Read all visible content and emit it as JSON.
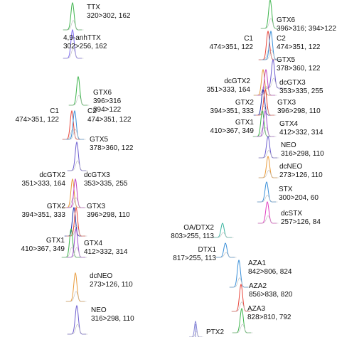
{
  "chart_data": {
    "type": "line",
    "panels": [
      {
        "name": "left",
        "series": [
          {
            "name": "TTX",
            "label": [
              "TTX",
              "320>302, 162"
            ],
            "color": "#3cb44b"
          },
          {
            "name": "4,9-anhTTX",
            "label": [
              "4,9-anhTTX",
              "302>256, 162"
            ],
            "color": "#7b68ee"
          },
          {
            "name": "GTX6",
            "label": [
              "GTX6",
              "396>316",
              "394>122"
            ],
            "color": "#3cb44b"
          },
          {
            "name": "C1",
            "label": [
              "C1",
              "474>351, 122"
            ],
            "color": "#e8443a"
          },
          {
            "name": "C2",
            "label": [
              "C2",
              "474>351, 122"
            ],
            "color": "#3a8fd8"
          },
          {
            "name": "GTX5",
            "label": [
              "GTX5",
              "378>360, 122"
            ],
            "color": "#6b5ccf"
          },
          {
            "name": "dcGTX2",
            "label": [
              "dcGTX2",
              "351>333, 164"
            ],
            "color": "#e89a3a"
          },
          {
            "name": "dcGTX3",
            "label": [
              "dcGTX3",
              "353>335, 255"
            ],
            "color": "#c040c0"
          },
          {
            "name": "GTX2",
            "label": [
              "GTX2",
              "394>351, 333"
            ],
            "color": "#1a2aa8"
          },
          {
            "name": "GTX3",
            "label": [
              "GTX3",
              "396>298, 110"
            ],
            "color": "#e8443a"
          },
          {
            "name": "GTX1",
            "label": [
              "GTX1",
              "410>367, 349"
            ],
            "color": "#3cb44b"
          },
          {
            "name": "GTX4",
            "label": [
              "GTX4",
              "412>332, 314"
            ],
            "color": "#a050d0"
          },
          {
            "name": "dcNEO",
            "label": [
              "dcNEO",
              "273>126, 110"
            ],
            "color": "#e89a3a"
          },
          {
            "name": "NEO",
            "label": [
              "NEO",
              "316>298, 110"
            ],
            "color": "#6b5ccf"
          }
        ]
      },
      {
        "name": "right",
        "series": [
          {
            "name": "GTX6",
            "label": [
              "GTX6",
              "396>316; 394>122"
            ],
            "color": "#3cb44b"
          },
          {
            "name": "C1",
            "label": [
              "C1",
              "474>351, 122"
            ],
            "color": "#e8443a"
          },
          {
            "name": "C2",
            "label": [
              "C2",
              "474>351, 122"
            ],
            "color": "#3a8fd8"
          },
          {
            "name": "GTX5",
            "label": [
              "GTX5",
              "378>360, 122"
            ],
            "color": "#6b5ccf"
          },
          {
            "name": "dcGTX2",
            "label": [
              "dcGTX2",
              "351>333, 164"
            ],
            "color": "#e89a3a"
          },
          {
            "name": "dcGTX3",
            "label": [
              "dcGTX3",
              "353>335, 255"
            ],
            "color": "#c040c0"
          },
          {
            "name": "GTX2",
            "label": [
              "GTX2",
              "394>351, 333"
            ],
            "color": "#1a2aa8"
          },
          {
            "name": "GTX3",
            "label": [
              "GTX3",
              "396>298, 110"
            ],
            "color": "#e8443a"
          },
          {
            "name": "GTX1",
            "label": [
              "GTX1",
              "410>367, 349"
            ],
            "color": "#3cb44b"
          },
          {
            "name": "GTX4",
            "label": [
              "GTX4",
              "412>332, 314"
            ],
            "color": "#a050d0"
          },
          {
            "name": "NEO",
            "label": [
              "NEO",
              "316>298, 110"
            ],
            "color": "#6b5ccf"
          },
          {
            "name": "dcNEO",
            "label": [
              "dcNEO",
              "273>126, 110"
            ],
            "color": "#e89a3a"
          },
          {
            "name": "STX",
            "label": [
              "STX",
              "300>204, 60"
            ],
            "color": "#3a8fd8"
          },
          {
            "name": "dcSTX",
            "label": [
              "dcSTX",
              "257>126, 84"
            ],
            "color": "#e040c0"
          },
          {
            "name": "OA/DTX2",
            "label": [
              "OA/DTX2",
              "803>255, 113"
            ],
            "color": "#3cb4a0"
          },
          {
            "name": "DTX1",
            "label": [
              "DTX1",
              "817>255, 113"
            ],
            "color": "#3a8fd8"
          },
          {
            "name": "AZA1",
            "label": [
              "AZA1",
              "842>806, 824"
            ],
            "color": "#3a8fd8"
          },
          {
            "name": "AZA2",
            "label": [
              "AZA2",
              "856>838, 820"
            ],
            "color": "#e8443a"
          },
          {
            "name": "AZA3",
            "label": [
              "AZA3",
              "828>810, 792"
            ],
            "color": "#3cb44b"
          },
          {
            "name": "PTX2",
            "label": [
              "PTX2"
            ],
            "color": "#8a8ad8"
          }
        ]
      }
    ]
  }
}
